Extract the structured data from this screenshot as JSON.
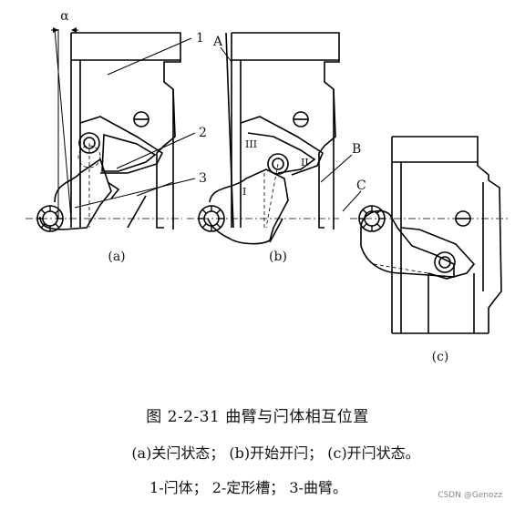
{
  "labels": {
    "alpha": "α",
    "n1": "1",
    "n2": "2",
    "n3": "3",
    "A": "A",
    "B": "B",
    "C": "C",
    "roman_I": "I",
    "roman_II": "II",
    "roman_III": "III",
    "sub_a": "(a)",
    "sub_b": "(b)",
    "sub_c": "(c)"
  },
  "caption": {
    "title": "图 2-2-31    曲臂与闩体相互位置",
    "line2": "(a)关闩状态； (b)开始开闩； (c)开闩状态。",
    "line3": "1-闩体； 2-定形槽； 3-曲臂。"
  },
  "watermark": "CSDN @Genozz"
}
